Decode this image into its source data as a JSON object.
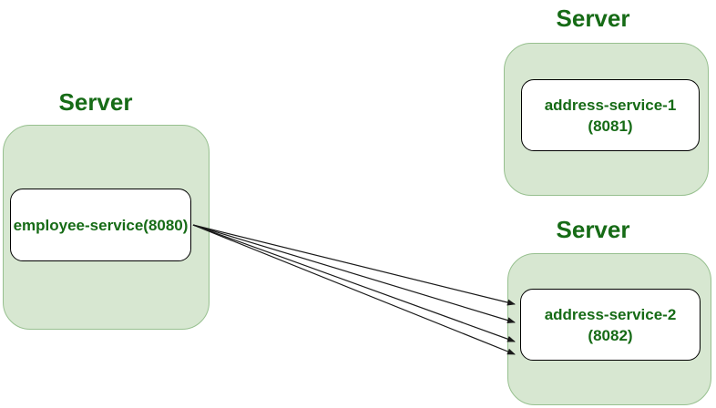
{
  "colors": {
    "box_fill": "#d7e7d1",
    "box_border": "#97c08f",
    "text_green": "#166b16",
    "arrow": "#1a1a1a",
    "service_border": "#000000"
  },
  "diagram": {
    "servers": [
      {
        "id": "server-left",
        "title": "Server",
        "service": {
          "line1": "employee-service(8080)",
          "line2": ""
        }
      },
      {
        "id": "server-top-right",
        "title": "Server",
        "service": {
          "line1": "address-service-1",
          "line2": "(8081)"
        }
      },
      {
        "id": "server-bottom-right",
        "title": "Server",
        "service": {
          "line1": "address-service-2",
          "line2": "(8082)"
        }
      }
    ],
    "connections": [
      {
        "from": "employee-service(8080)",
        "to": "address-service-2 (8082)"
      },
      {
        "from": "employee-service(8080)",
        "to": "address-service-2 (8082)"
      },
      {
        "from": "employee-service(8080)",
        "to": "address-service-2 (8082)"
      },
      {
        "from": "employee-service(8080)",
        "to": "address-service-2 (8082)"
      }
    ]
  }
}
